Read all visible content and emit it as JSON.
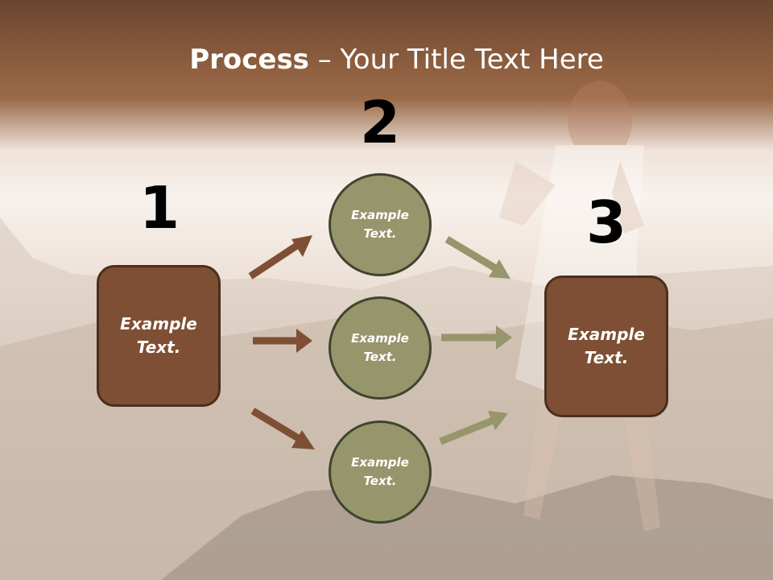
{
  "title": {
    "bold": "Process",
    "rest": " – Your Title Text Here"
  },
  "steps": [
    {
      "number": "1",
      "text": "Example\nText."
    },
    {
      "number": "2",
      "items": [
        {
          "text": "Example\nText."
        },
        {
          "text": "Example\nText."
        },
        {
          "text": "Example\nText."
        }
      ]
    },
    {
      "number": "3",
      "text": "Example\nText."
    }
  ],
  "colors": {
    "box": "#7e4f34",
    "circle": "#97956b",
    "arrow_brown": "#7e4f34",
    "arrow_olive": "#97956b"
  }
}
